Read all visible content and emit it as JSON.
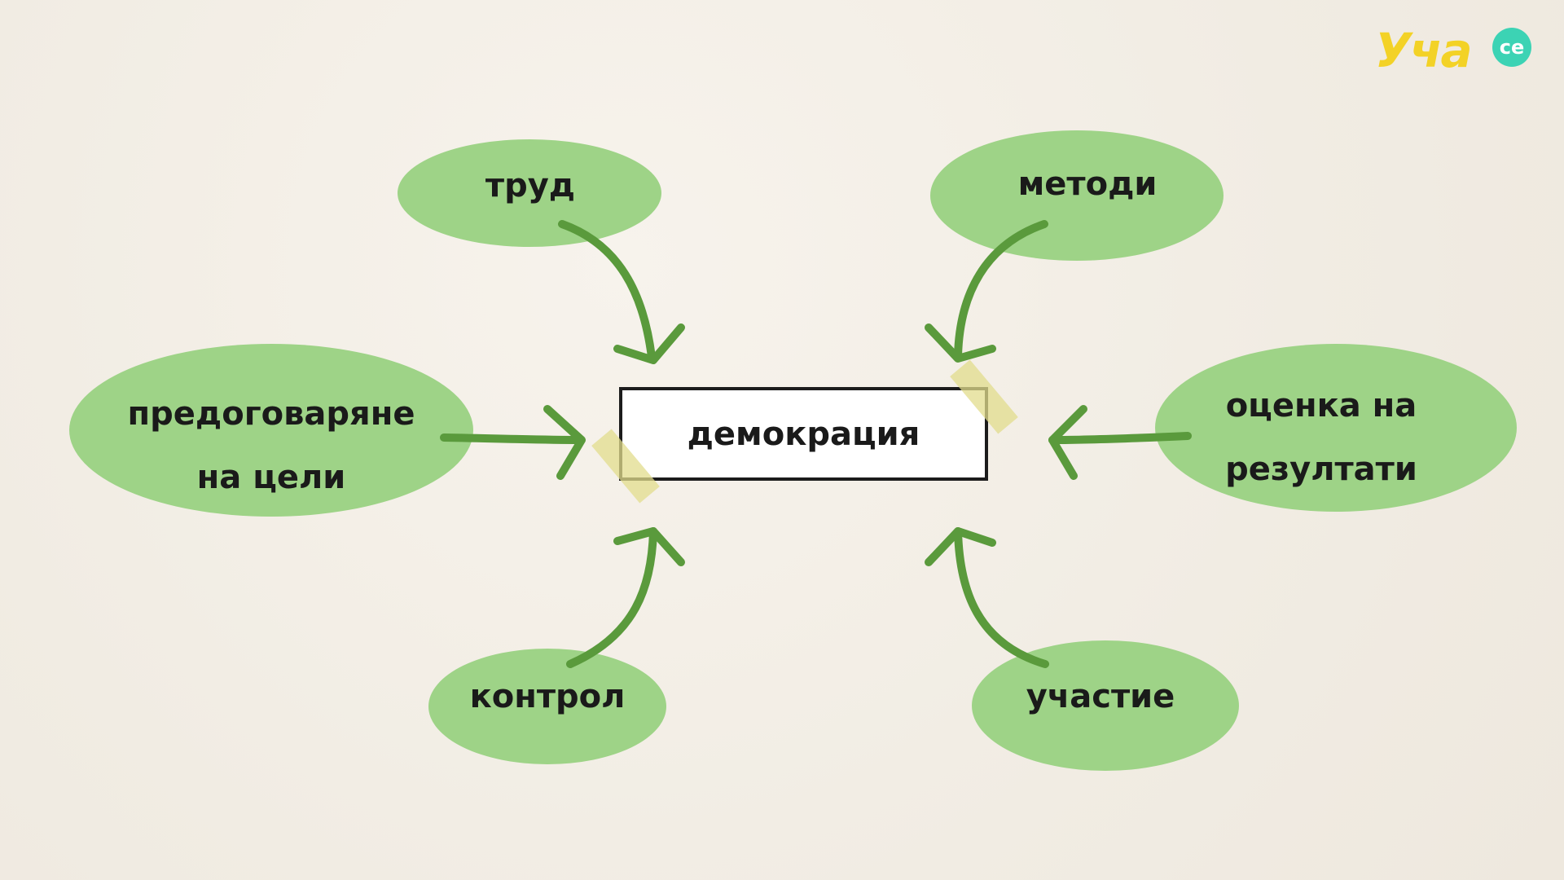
{
  "center": {
    "label": "демокрация"
  },
  "nodes": {
    "trud": "труд",
    "metodi": "методи",
    "predogovaryane": [
      "предоговаряне",
      "на цели"
    ],
    "otsenka": [
      "оценка на",
      "резултати"
    ],
    "kontrol": "контрол",
    "uchastie": "участие"
  },
  "logo": {
    "main": "Уча",
    "badge": "се"
  },
  "colors": {
    "bubble": "#9ed387",
    "arrow": "#5a9a3c",
    "box_border": "#1c1c1c",
    "tape": "#e2dc8c",
    "logo_yellow": "#f3d226",
    "logo_teal": "#3cd3b4"
  }
}
